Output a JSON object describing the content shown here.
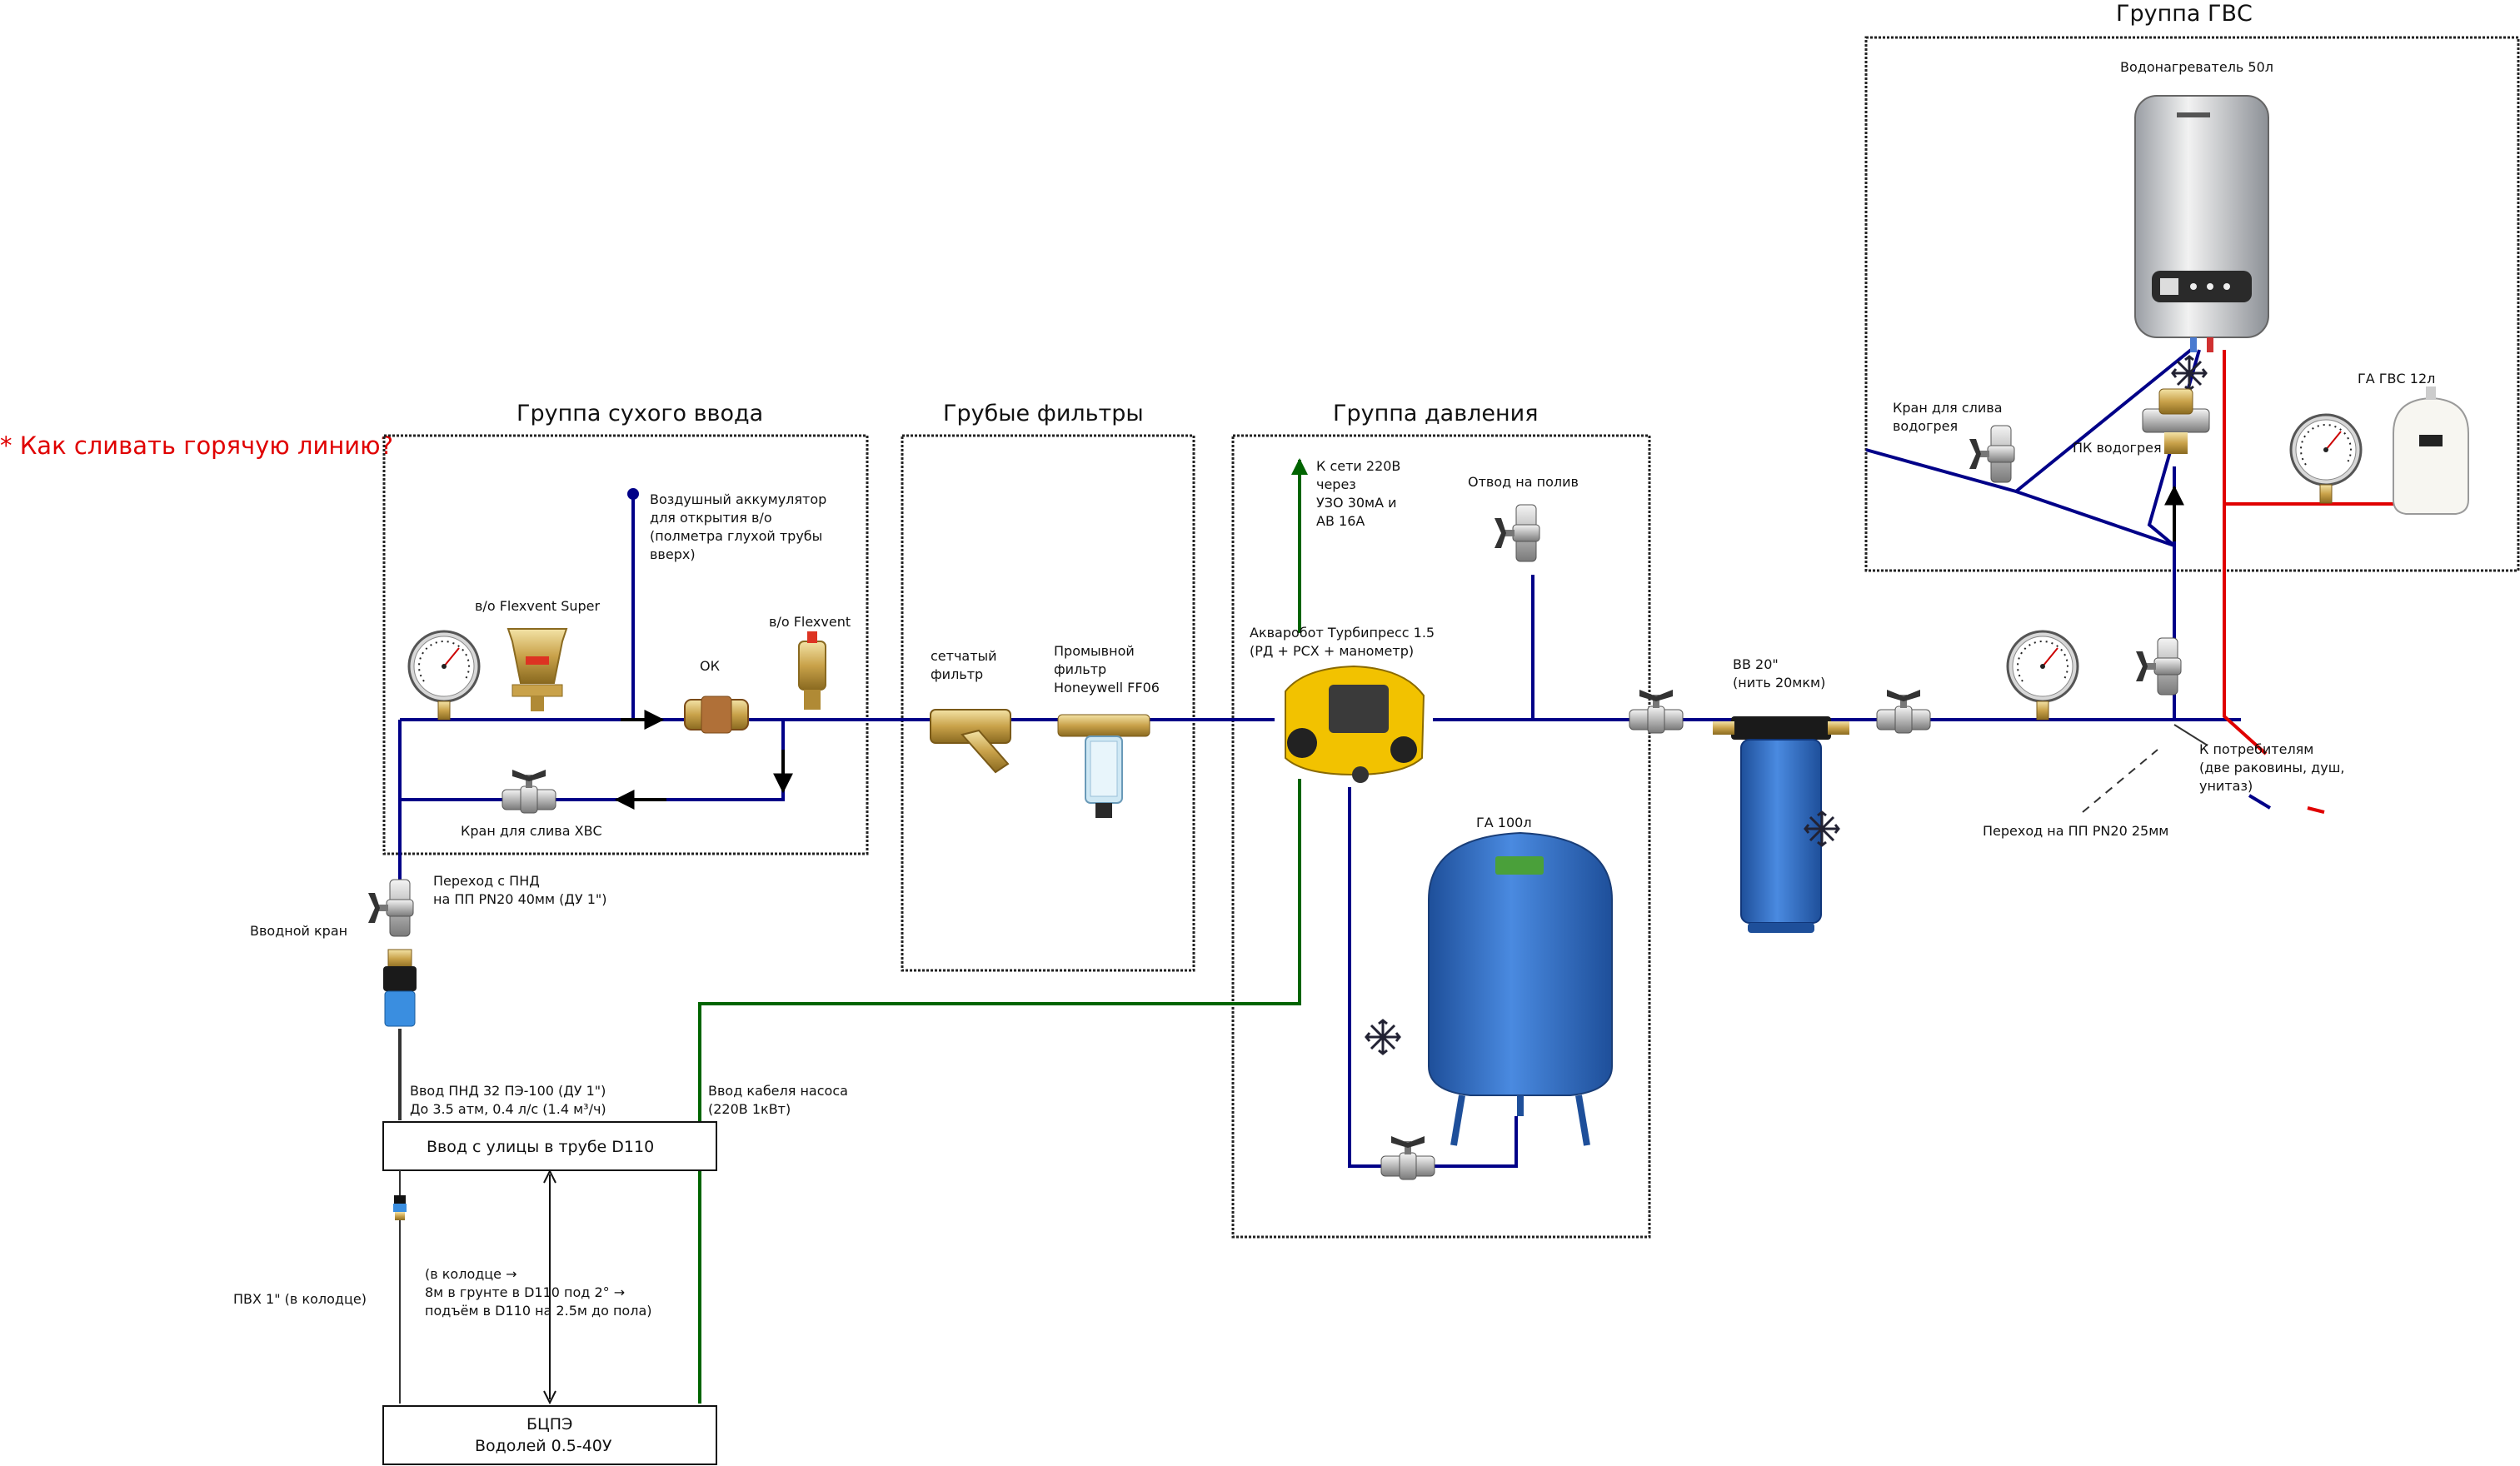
{
  "warning": {
    "text": "* Как сливать горячую линию?",
    "color": "#e00000"
  },
  "groups": {
    "dry_inlet": "Группа сухого ввода",
    "coarse_filters": "Грубые фильтры",
    "pressure": "Группа давления",
    "hot_water": "Группа ГВС"
  },
  "components": {
    "air_accumulator": [
      "Воздушный аккумулятор",
      "для открытия в/о",
      "(полметра глухой трубы",
      "вверх)"
    ],
    "flexvent_super": "в/о Flexvent Super",
    "flexvent": "в/о Flexvent",
    "check_valve": "ОК",
    "drain_cold": "Кран для слива ХВС",
    "adapter_pnd": [
      "Переход с ПНД",
      "на ПП PN20 40мм (ДУ 1\")"
    ],
    "inlet_valve": "Вводной кран",
    "mesh_filter": [
      "сетчатый",
      "фильтр"
    ],
    "flush_filter": [
      "Промывной",
      "фильтр",
      "Honeywell FF06"
    ],
    "pump_controller": [
      "Акваробот Турбипресс 1.5",
      "(РД + РСХ + манометр)"
    ],
    "power_supply": [
      "К сети 220В",
      "через",
      "УЗО 30мА и",
      "АВ 16А"
    ],
    "garden_outlet": "Отвод на полив",
    "tank_100": "ГА 100л",
    "big_blue": [
      "ВВ 20\"",
      "(нить 20мкм)"
    ],
    "consumers": [
      "К потребителям",
      "(две раковины, душ,",
      "унитаз)"
    ],
    "adapter_pp25": "Переход на ПП PN20 25мм",
    "water_heater": "Водонагреватель 50л",
    "heater_drain": [
      "Кран для слива",
      "водогрея"
    ],
    "heater_safety": "ПК водогрея",
    "tank_hot": "ГА ГВС 12л",
    "pnd_inlet": [
      "Ввод ПНД 32 ПЭ-100 (ДУ 1\")",
      "До 3.5 атм, 0.4 л/с (1.4 м³/ч)"
    ],
    "cable_inlet": [
      "Ввод кабеля насоса",
      "(220В 1кВт)"
    ],
    "street_inlet": "Ввод с улицы в трубе D110",
    "route": [
      "(в колодце →",
      "8м в грунте в D110 под 2° →",
      "подъём в D110 на 2.5м до пола)"
    ],
    "pvc": "ПВХ 1\" (в колодце)",
    "pump": [
      "БЦПЭ",
      "Водолей 0.5-40У"
    ]
  },
  "icons": {
    "gauge": "pressure-gauge-icon",
    "ball_valve": "ball-valve-icon",
    "frost": "frost-protection-icon"
  },
  "colors": {
    "cold_pipe": "#000088",
    "hot_pipe": "#e00000",
    "cable": "#006400",
    "tank_blue": "#2f6fc0"
  }
}
